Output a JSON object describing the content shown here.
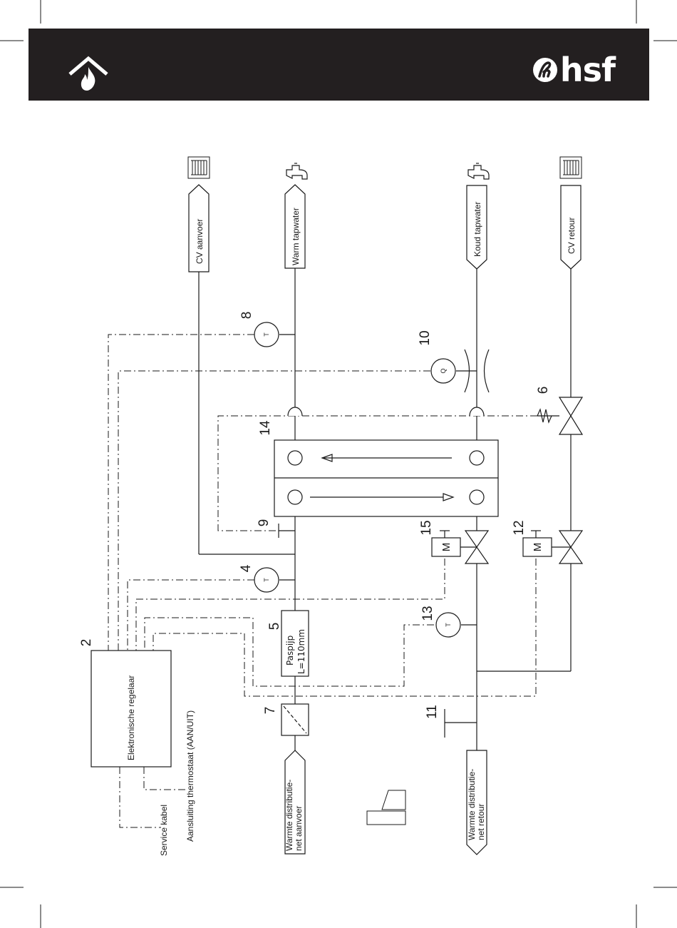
{
  "brand": {
    "name": "hsf",
    "accent": "#231f20"
  },
  "icons": {
    "home": "house-flame-icon",
    "brand": "hsf-logo-icon",
    "radiator": "radiator-icon",
    "tap": "tap-icon"
  },
  "labels": {
    "cv_aanvoer": "CV aanvoer",
    "warm_tapwater": "Warm tapwater",
    "koud_tapwater": "Koud tapwater",
    "cv_retour": "CV retour",
    "regelaar": "Elektronische regelaar",
    "paspijp_1": "Paspijp",
    "paspijp_2": "L=110mm",
    "aanvoer_1": "Warmte distributie-",
    "aanvoer_2": "net aanvoer",
    "retour_1": "Warmte distributie-",
    "retour_2": "net retour",
    "service_kabel": "Service kabel",
    "thermostaat": "Aansluiting thermostaat (AAN/UIT)"
  },
  "numbers": {
    "n2": "2",
    "n4": "4",
    "n5": "5",
    "n6": "6",
    "n7": "7",
    "n8": "8",
    "n9": "9",
    "n10": "10",
    "n11": "11",
    "n12": "12",
    "n13": "13",
    "n14": "14",
    "n15": "15"
  },
  "symbols": {
    "temp": "T",
    "flow": "Q",
    "motor": "M"
  }
}
